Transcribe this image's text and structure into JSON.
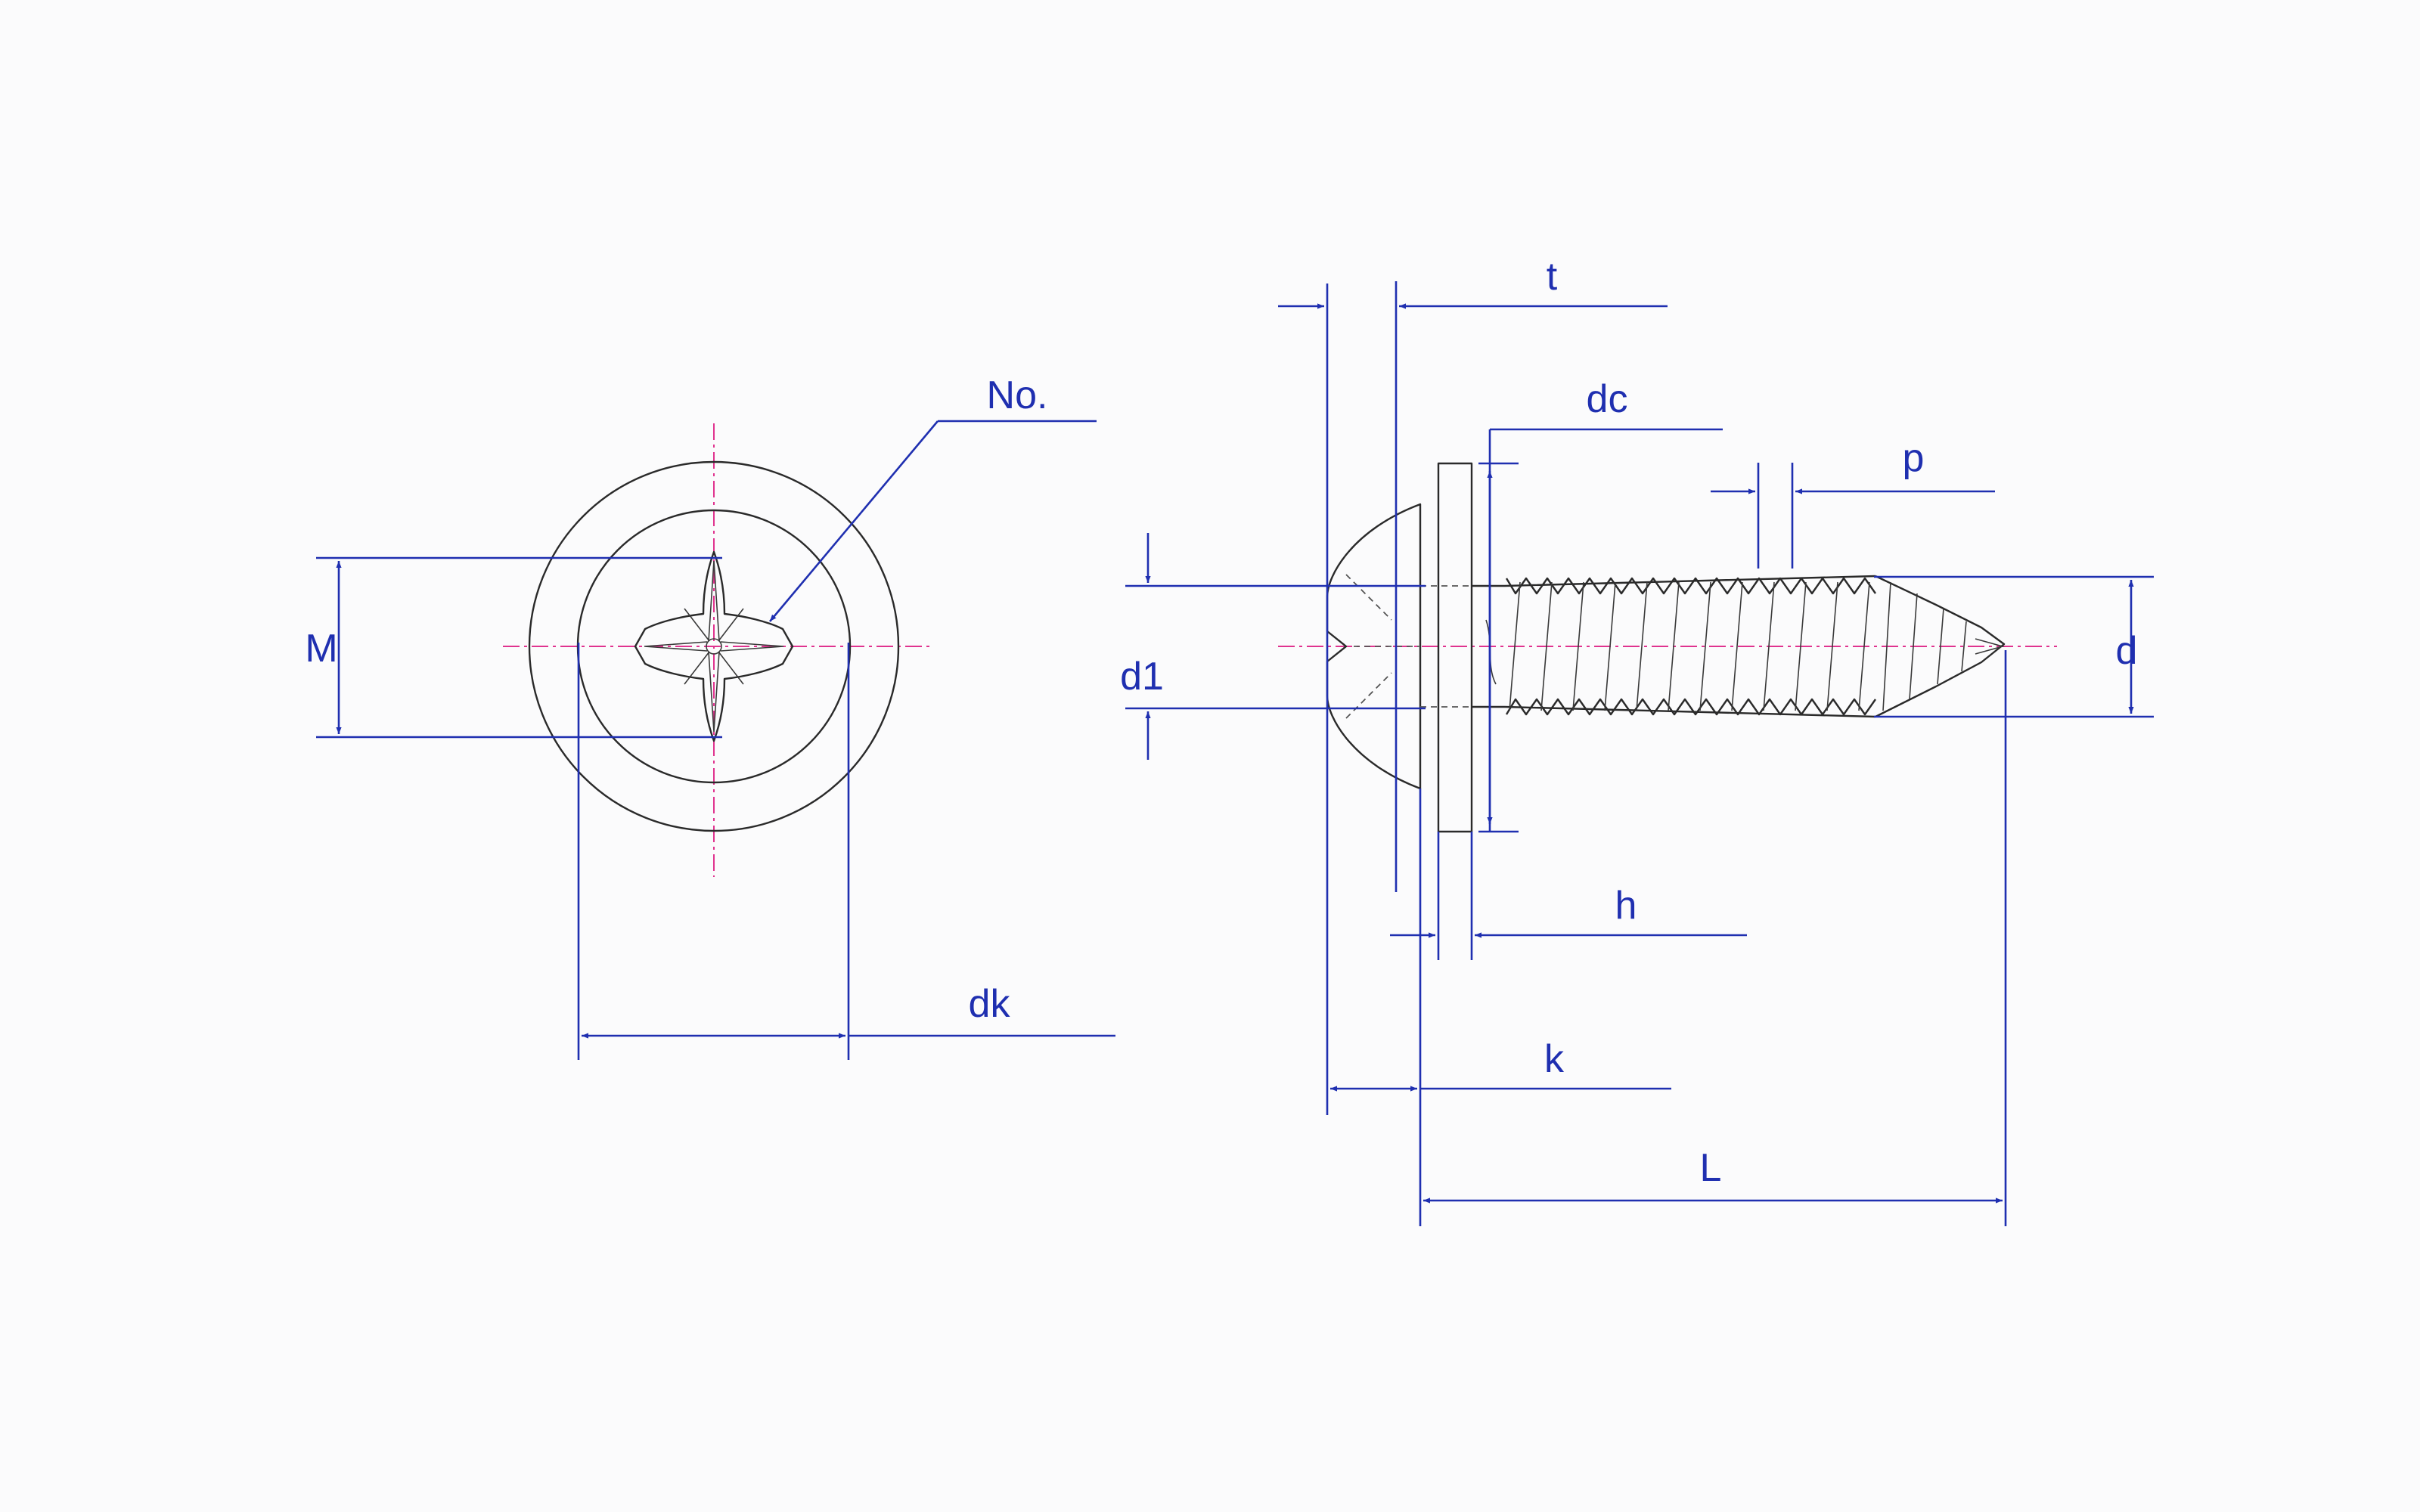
{
  "labels": {
    "M": "M",
    "No": "No.",
    "dk": "dk",
    "t": "t",
    "dc": "dc",
    "p": "p",
    "d1": "d1",
    "d": "d",
    "h": "h",
    "k": "k",
    "L": "L"
  },
  "colors": {
    "dimension": "#1f2fb0",
    "centerline": "#e0338f",
    "outline": "#2a2a2a"
  }
}
